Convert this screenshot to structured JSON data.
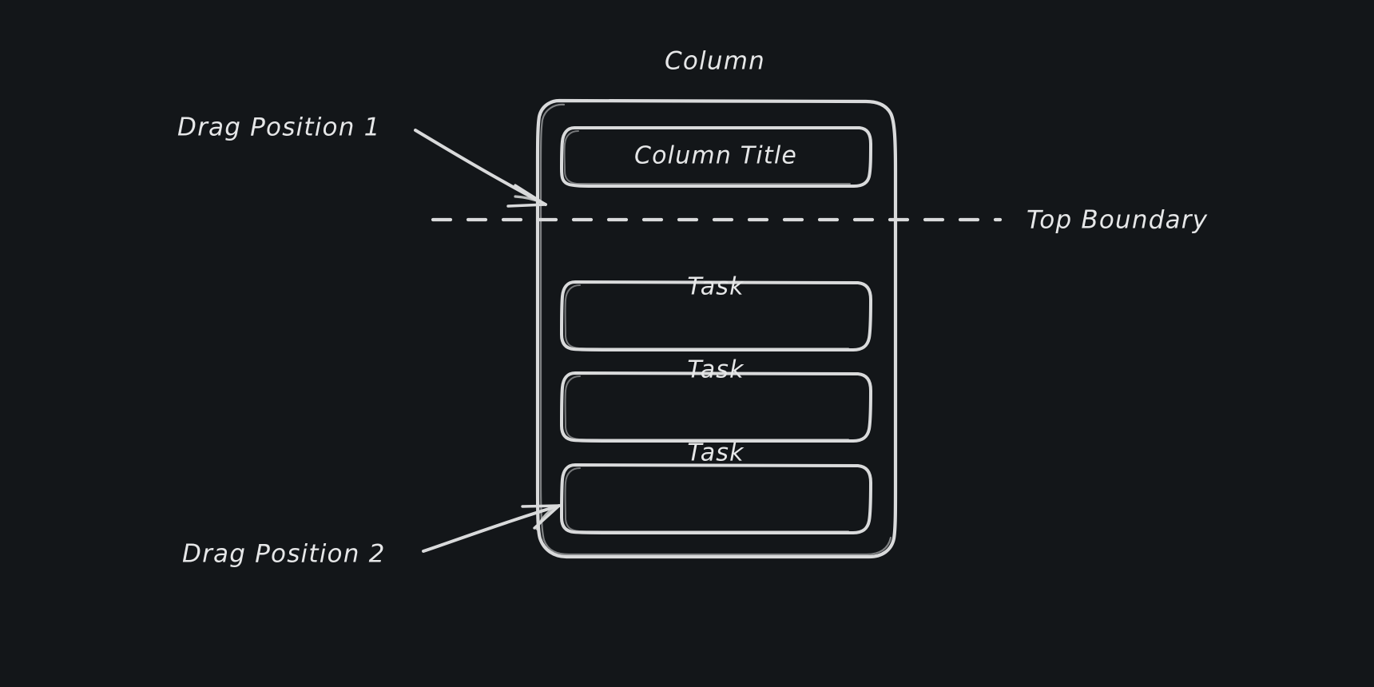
{
  "diagram": {
    "title_label": "Column",
    "background_color": "#131619",
    "stroke_color": "#d9dadb",
    "text_color": "#e6e7e8",
    "style": "hand-drawn-sketch"
  },
  "column": {
    "header": {
      "title": "Column Title"
    },
    "tasks": [
      {
        "label": "Task"
      },
      {
        "label": "Task"
      },
      {
        "label": "Task"
      }
    ]
  },
  "annotations": {
    "drag_position_1": {
      "label": "Drag Position 1",
      "arrow": "points down-right to column top-left edge"
    },
    "drag_position_2": {
      "label": "Drag Position 2",
      "arrow": "points up-right to column bottom-left edge"
    },
    "top_boundary": {
      "label": "Top Boundary",
      "line_style": "dashed"
    }
  },
  "icons": {
    "arrow_head": "arrow-head-icon",
    "dashed_divider": "dashed-divider-icon"
  }
}
